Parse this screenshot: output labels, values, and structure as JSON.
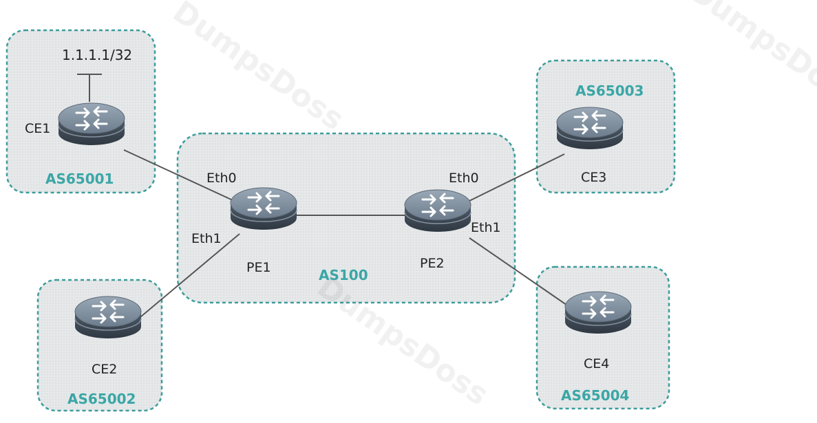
{
  "colors": {
    "as_label": "#3aa6a6",
    "box_border": "#3c9c9c",
    "box_fill": "#e5e7e8",
    "link": "#555555",
    "router_top": "#7f8f9f",
    "router_side": "#3f4a55"
  },
  "watermark": "DumpsDoss",
  "areas": {
    "as65001": "AS65001",
    "as65002": "AS65002",
    "as65003": "AS65003",
    "as65004": "AS65004",
    "as100": "AS100"
  },
  "routers": {
    "ce1": "CE1",
    "ce2": "CE2",
    "ce3": "CE3",
    "ce4": "CE4",
    "pe1": "PE1",
    "pe2": "PE2"
  },
  "interfaces": {
    "pe1_eth0": "Eth0",
    "pe1_eth1": "Eth1",
    "pe2_eth0": "Eth0",
    "pe2_eth1": "Eth1"
  },
  "loopback": "1.1.1.1/32",
  "icon_names": [
    "router-icon"
  ]
}
